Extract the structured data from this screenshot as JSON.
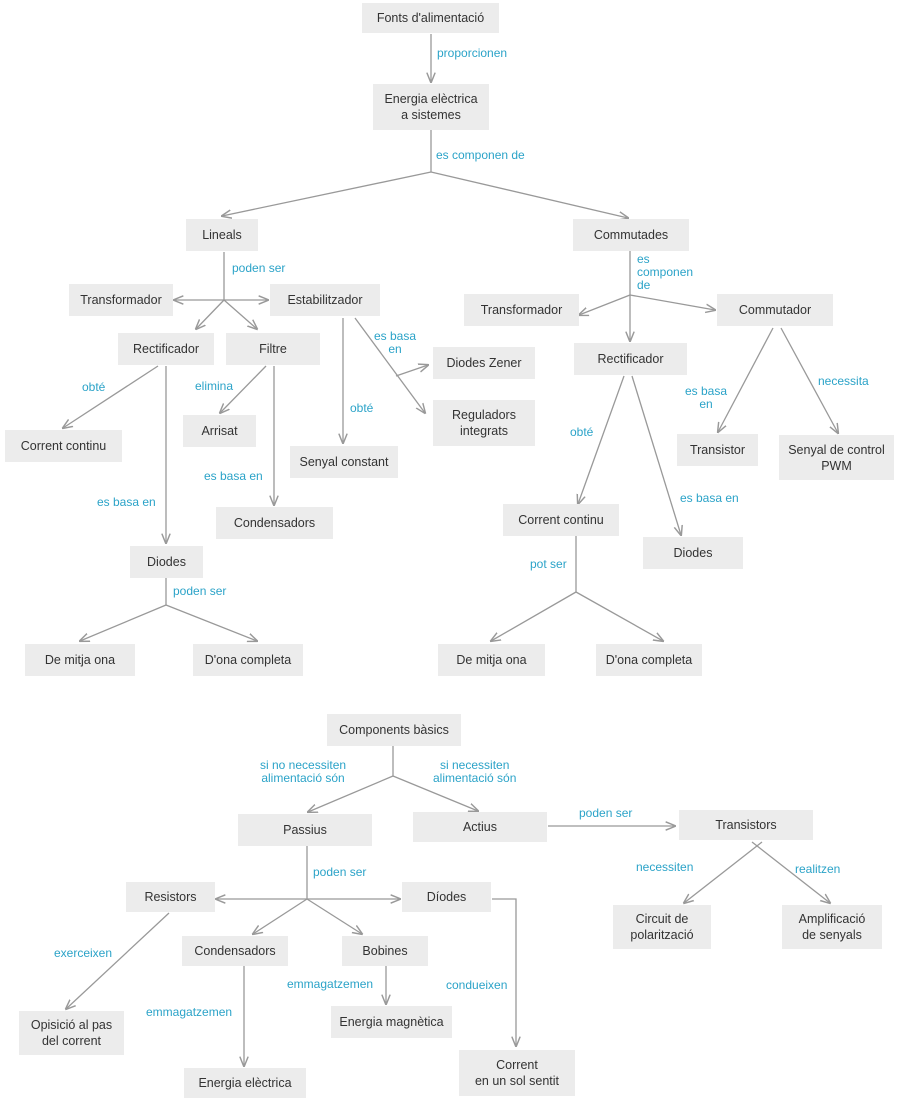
{
  "colors": {
    "node_bg": "#ececec",
    "node_text": "#333333",
    "edge_label": "#2ba3c8",
    "arrow": "#999999"
  },
  "nodes": {
    "fonts": "Fonts d'alimentació",
    "energia": "Energia elèctrica\na sistemes",
    "lineals": "Lineals",
    "commutades": "Commutades",
    "transf_l": "Transformador",
    "estab": "Estabilitzador",
    "rect_l": "Rectificador",
    "filtre": "Filtre",
    "corrent_l": "Corrent continu",
    "arrisat": "Arrisat",
    "senyal": "Senyal constant",
    "zener": "Diodes Zener",
    "regul": "Reguladors\nintegrats",
    "conden_l": "Condensadors",
    "diodes_l": "Diodes",
    "mitja_l": "De mitja ona",
    "completa_l": "D'ona completa",
    "transf_c": "Transformador",
    "commutador": "Commutador",
    "rect_c": "Rectificador",
    "transistor": "Transistor",
    "pwm": "Senyal de control\nPWM",
    "corrent_c": "Corrent continu",
    "diodes_c": "Diodes",
    "mitja_c": "De mitja ona",
    "completa_c": "D'ona completa",
    "comp": "Components bàsics",
    "passius": "Passius",
    "actius": "Actius",
    "transistors": "Transistors",
    "resistors": "Resistors",
    "diodes_p": "Díodes",
    "conden_p": "Condensadors",
    "bobines": "Bobines",
    "circuit": "Circuit de\npolarització",
    "amplif": "Amplificació\nde senyals",
    "oposicio": "Opisició al pas\ndel corrent",
    "en_mag": "Energia magnètica",
    "en_elec": "Energia elèctrica",
    "corrent_sent": "Corrent\nen un sol sentit"
  },
  "labels": {
    "proporcionen": "proporcionen",
    "es_componen_1": "es componen de",
    "poden_ser_1": "poden ser",
    "es_componen_2": "es\ncomponen\nde",
    "es_basa_en_zener": "es basa\nen",
    "obte_1": "obté",
    "elimina": "elimina",
    "obte_2": "obté",
    "es_basa_en_cond": "es basa en",
    "es_basa_en_diodes": "es basa en",
    "poden_ser_2": "poden ser",
    "es_basa_en_trans": "es basa\nen",
    "necessita": "necessita",
    "obte_3": "obté",
    "es_basa_en_diodes_c": "es basa en",
    "pot_ser": "pot ser",
    "si_no": "si no necessiten\nalimentació són",
    "si": "si necessiten\nalimentació són",
    "poden_ser_3": "poden ser",
    "poden_ser_4": "poden ser",
    "necessiten": "necessiten",
    "realitzen": "realitzen",
    "exerceixen": "exerceixen",
    "emmagatzemen_1": "emmagatzemen",
    "emmagatzemen_2": "emmagatzemen",
    "condueixen": "condueixen"
  }
}
